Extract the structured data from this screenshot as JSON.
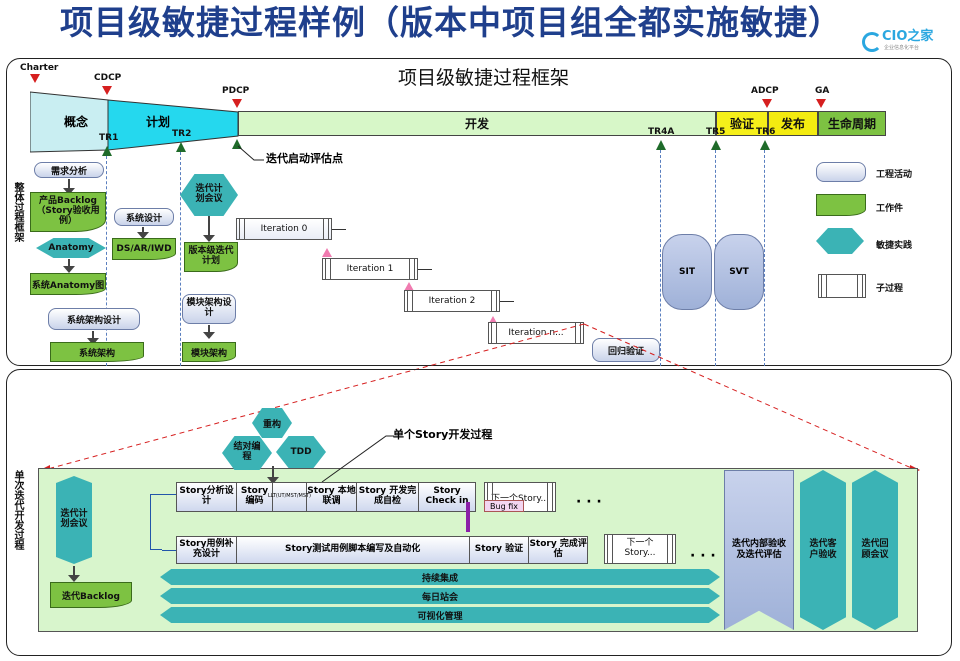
{
  "page_title": "项目级敏捷过程样例（版本中项目组全都实施敏捷）",
  "logo": {
    "text": "CIO之家",
    "sub": "企业信息化平台"
  },
  "framework_title": "项目级敏捷过程框架",
  "section_labels": {
    "top": "整体过程框架",
    "bottom": "单次迭代开发过程"
  },
  "milestones": {
    "charter": "Charter",
    "cdcp": "CDCP",
    "pdcp": "PDCP",
    "adcp": "ADCP",
    "ga": "GA"
  },
  "phases": {
    "concept": "概念",
    "plan": "计划",
    "dev": "开发",
    "verify": "验证",
    "release": "发布",
    "lifecycle": "生命周期"
  },
  "tr": {
    "tr1": "TR1",
    "tr2": "TR2",
    "tr4a": "TR4A",
    "tr5": "TR5",
    "tr6": "TR6"
  },
  "iteration_start": "迭代启动评估点",
  "top_items": {
    "req_analysis": "需求分析",
    "product_backlog": "产品Backlog（Story验收用例）",
    "anatomy": "Anatomy",
    "sys_anatomy": "系统Anatomy图",
    "sys_arch_design": "系统架构设计",
    "sys_arch": "系统架构",
    "sys_design": "系统设计",
    "ds_ar_iwd": "DS/AR/IWD",
    "iter_plan_meeting": "迭代计划会议",
    "version_iter_plan": "版本级迭代计划",
    "module_arch_design": "模块架构设计",
    "module_arch": "模块架构",
    "iter0": "Iteration 0",
    "iter1": "Iteration 1",
    "iter2": "Iteration 2",
    "itern": "Iteration n...",
    "regression": "回归验证",
    "sit": "SIT",
    "svt": "SVT"
  },
  "legend": {
    "activity": "工程活动",
    "artifact": "工作件",
    "practice": "敏捷实践",
    "subprocess": "子过程"
  },
  "bottom": {
    "refactor": "重构",
    "pair": "结对编程",
    "tdd": "TDD",
    "story_dev": "单个Story开发过程",
    "iter_plan_meeting": "迭代计划会议",
    "iter_backlog": "迭代Backlog",
    "row1": [
      "Story分析设计",
      "Story编码",
      "LLT(UT/MST/MST)",
      "Story 本地联调",
      "Story 开发完成自检",
      "Story Check in"
    ],
    "next_story1": "下一个Story...",
    "bugfix": "Bug fix",
    "row2": [
      "Story用例补充设计",
      "Story测试用例脚本编写及自动化",
      "Story 验证",
      "Story 完成评估"
    ],
    "next_story2": "下一个Story...",
    "ci": "持续集成",
    "standup": "每日站会",
    "visual": "可视化管理",
    "internal_review": "迭代内部验收及迭代评估",
    "customer_accept": "迭代客户验收",
    "retro": "迭代回顾会议",
    "dots": "· · ·"
  }
}
